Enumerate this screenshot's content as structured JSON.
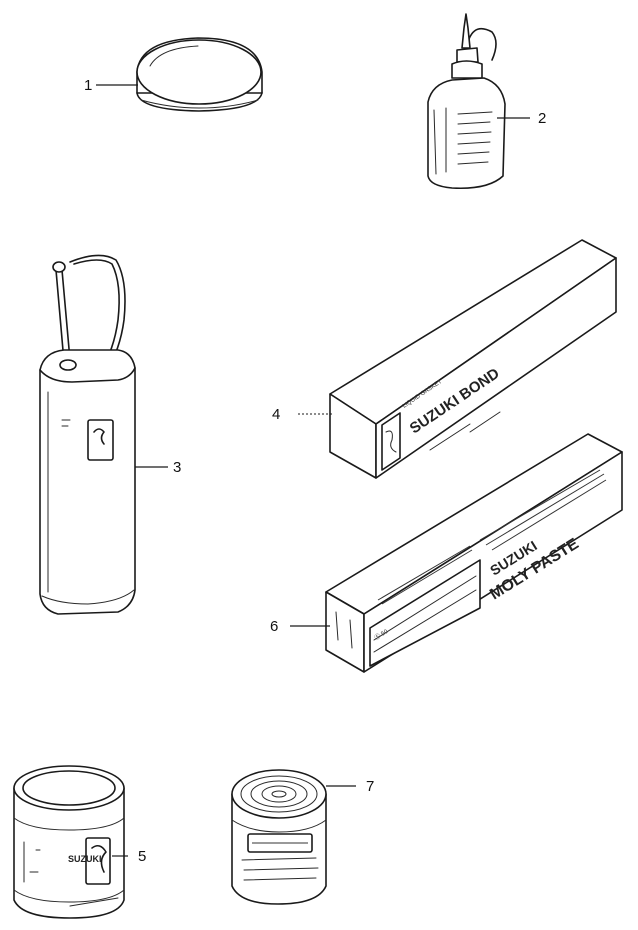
{
  "callouts": {
    "c1": "1",
    "c2": "2",
    "c3": "3",
    "c4": "4",
    "c5": "5",
    "c6": "6",
    "c7": "7"
  },
  "labels": {
    "bond_small": "LIQUID GASKET",
    "bond_big": "SUZUKI BOND",
    "moly_big1": "SUZUKI",
    "moly_big2": "MOLY PASTE",
    "can_big": "SUZUKI"
  },
  "colors": {
    "ink": "#1a1a1a",
    "paper": "#ffffff"
  }
}
